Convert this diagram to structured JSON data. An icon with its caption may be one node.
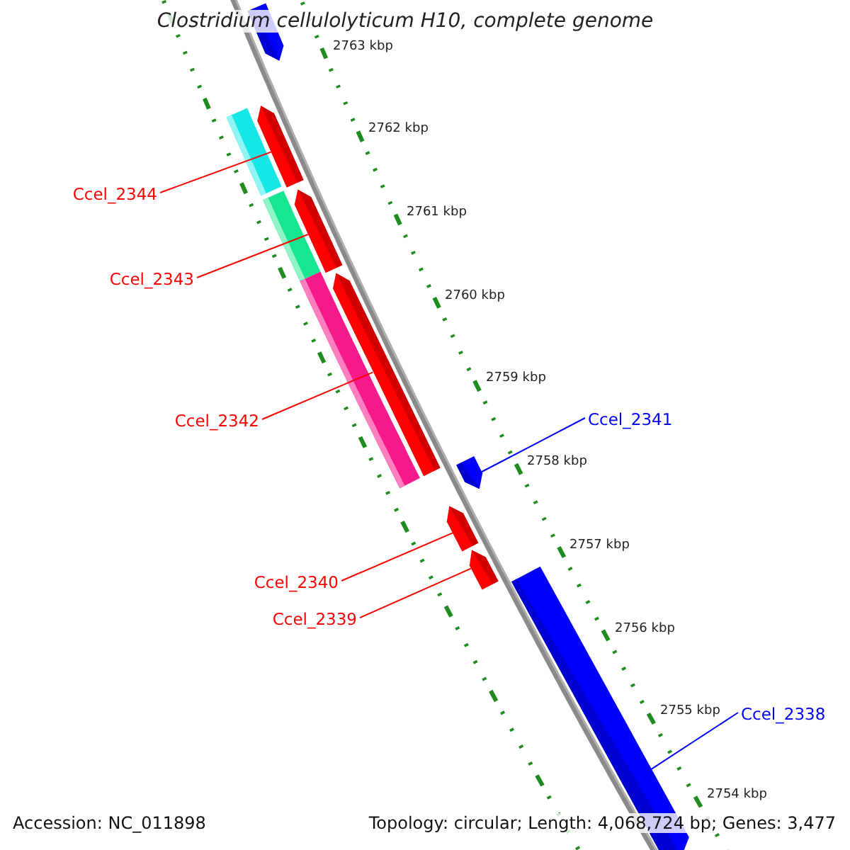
{
  "diagram": {
    "title": "Clostridium cellulolyticum H10, complete genome",
    "nodes": [
      {
        "text": [
          "Ccel_2344"
        ]
      },
      {
        "text": [
          "Ccel_2343"
        ]
      },
      {
        "text": [
          "Ccel_2342"
        ]
      },
      {
        "text": [
          "Ccel_2341"
        ]
      },
      {
        "text": [
          "Ccel_2340"
        ]
      },
      {
        "text": [
          "Ccel_2339"
        ]
      },
      {
        "text": [
          "Ccel_2338"
        ]
      },
      {
        "text": [],
        "shape": "bar"
      },
      {
        "text": [],
        "shape": "bar"
      },
      {
        "text": [],
        "shape": "bar"
      },
      {
        "text": [],
        "shape": "bar"
      },
      {
        "text": [],
        "shape": "bar"
      },
      {
        "text": [],
        "shape": "bar"
      },
      {
        "text": [],
        "shape": "bar"
      },
      {
        "text": [],
        "shape": "bar"
      }
    ],
    "edges": [
      {
        "from": 0,
        "to": 8,
        "arrow": "none"
      },
      {
        "from": 1,
        "to": 9,
        "arrow": "none"
      },
      {
        "from": 2,
        "to": 10,
        "arrow": "none"
      },
      {
        "from": 3,
        "to": 11,
        "arrow": "none",
        "color": "#0000ff"
      },
      {
        "from": 4,
        "to": 12,
        "arrow": "none"
      },
      {
        "from": 5,
        "to": 13,
        "arrow": "none"
      },
      {
        "from": 6,
        "to": 14,
        "arrow": "none",
        "color": "#0000ff"
      }
    ],
    "labels": [
      "2763 kbp",
      "2762 kbp",
      "2761 kbp",
      "2760 kbp",
      "2759 kbp",
      "2758 kbp",
      "2757 kbp",
      "2756 kbp",
      "2755 kbp",
      "2754 kbp",
      "Accession: NC_011898",
      "Topology: circular; Length: 4,068,724 bp; Genes: 3,477"
    ]
  }
}
